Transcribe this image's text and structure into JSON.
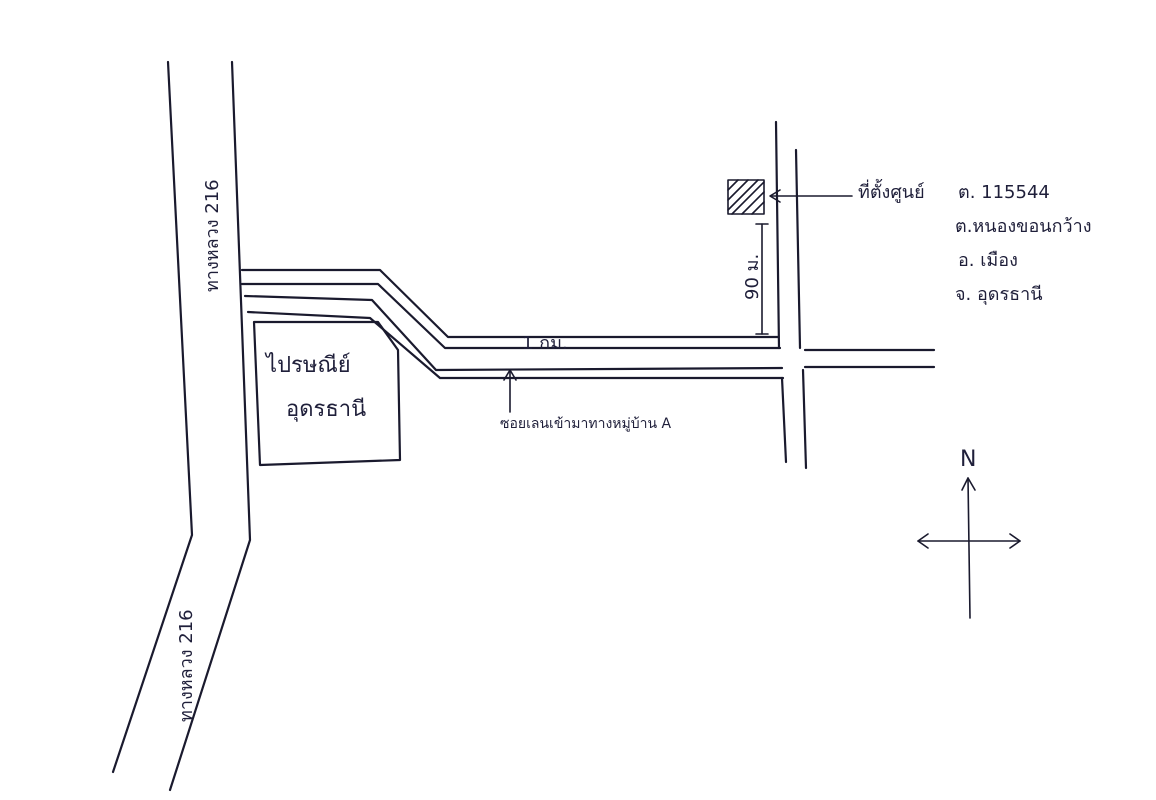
{
  "map": {
    "highway_label_top": "ทางหลวง 216",
    "highway_label_bottom": "ทางหลวง 216",
    "landmark": {
      "line1": "ไปรษณีย์",
      "line2": "อุดรธานี"
    },
    "soi_label": "ซอยเลนเข้ามาทางหมู่บ้าน A",
    "distance_horizontal": "1 กม.",
    "distance_vertical": "90 ม.",
    "site": {
      "label": "ที่ตั้งศูนย์",
      "address_lines": [
        "ต. 115544",
        "ต.หนองขอนกว้าง",
        "อ. เมือง",
        "จ. อุดรธานี"
      ]
    },
    "north_label": "N",
    "colors": {
      "ink": "#1a1a2e",
      "paper": "#ffffff"
    }
  }
}
